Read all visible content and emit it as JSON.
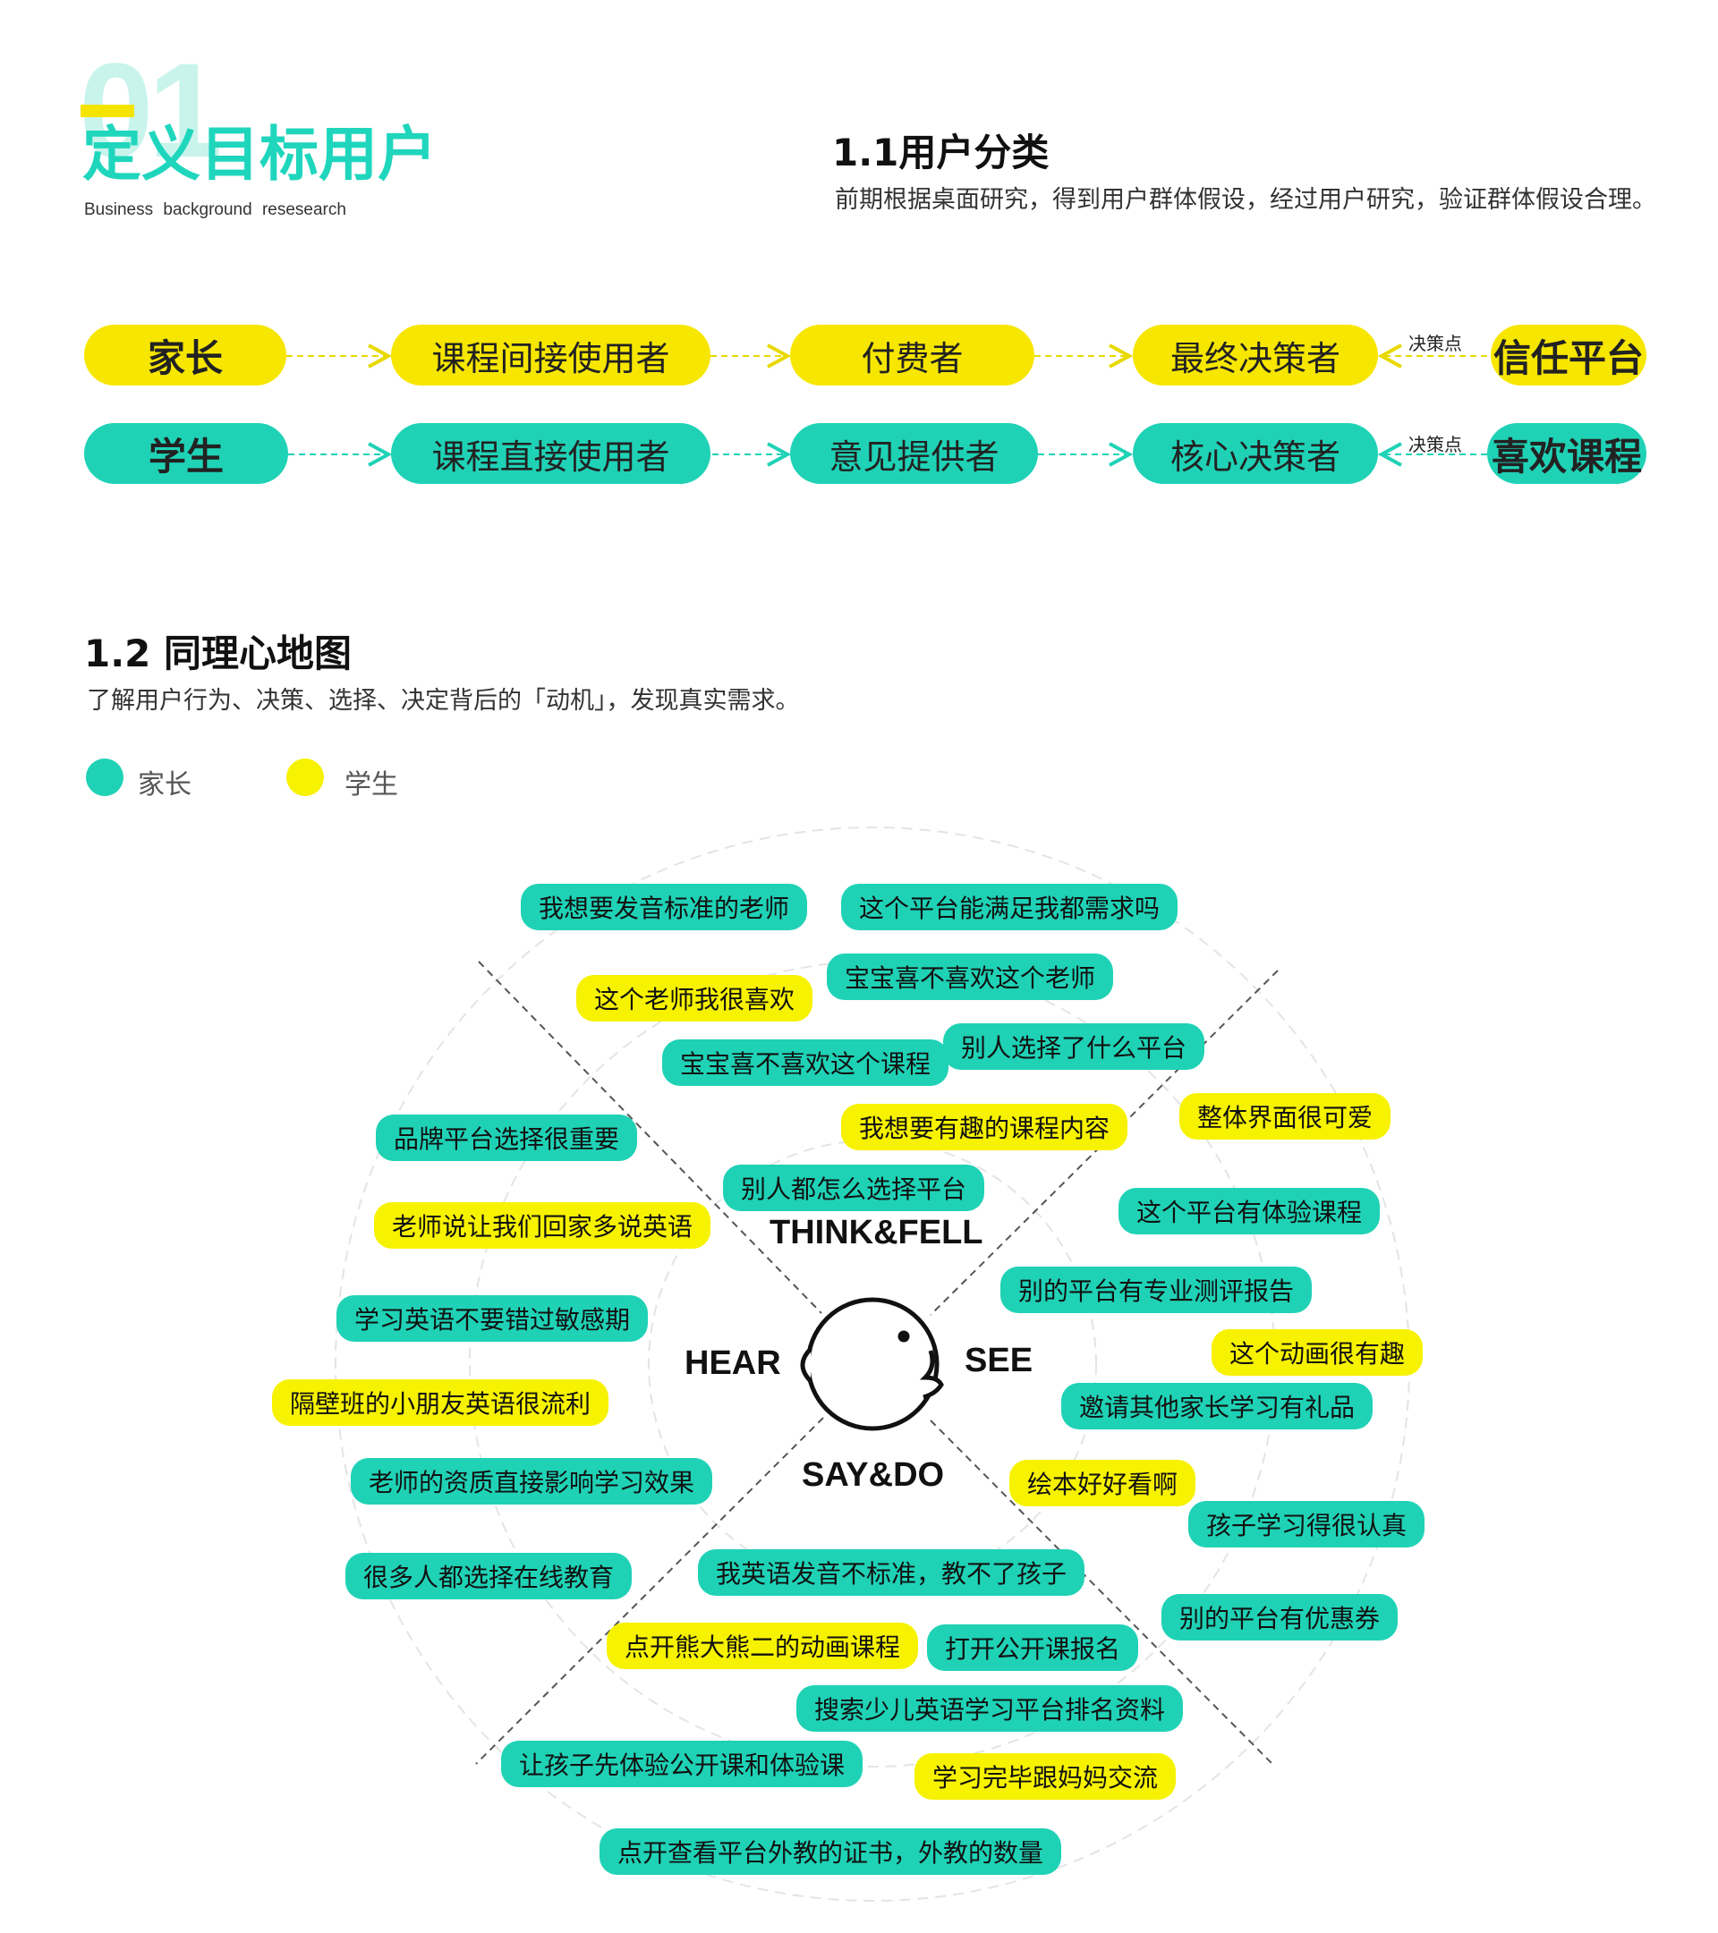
{
  "header": {
    "number": "01",
    "title": "定义目标用户",
    "subtitle": "Business background resesearch"
  },
  "section1": {
    "heading": "1.1用户分类",
    "desc": "前期根据桌面研究，得到用户群体假设，经过用户研究，验证群体假设合理。",
    "row1": {
      "role": "家长",
      "a": "课程间接使用者",
      "b": "付费者",
      "c": "最终决策者",
      "point": "决策点",
      "d": "信任平台"
    },
    "row2": {
      "role": "学生",
      "a": "课程直接使用者",
      "b": "意见提供者",
      "c": "核心决策者",
      "point": "决策点",
      "d": "喜欢课程"
    }
  },
  "section2": {
    "heading": "1.2 同理心地图",
    "desc": "了解用户行为、决策、选择、决定背后的「动机」，发现真实需求。",
    "legend": [
      {
        "label": "家长",
        "color": "#1fd2b6"
      },
      {
        "label": "学生",
        "color": "#f7f200"
      }
    ],
    "quadrants": {
      "think": "THINK&FELL",
      "hear": "HEAR",
      "see": "SEE",
      "say": "SAY&DO"
    },
    "tags": [
      "我想要发音标准的老师",
      "这个平台能满足我都需求吗",
      "宝宝喜不喜欢这个老师",
      "这个老师我很喜欢",
      "别人选择了什么平台",
      "宝宝喜不喜欢这个课程",
      "整体界面很可爱",
      "我想要有趣的课程内容",
      "品牌平台选择很重要",
      "别人都怎么选择平台",
      "这个平台有体验课程",
      "老师说让我们回家多说英语",
      "别的平台有专业测评报告",
      "学习英语不要错过敏感期",
      "这个动画很有趣",
      "隔壁班的小朋友英语很流利",
      "邀请其他家长学习有礼品",
      "老师的资质直接影响学习效果",
      "绘本好好看啊",
      "孩子学习得很认真",
      "很多人都选择在线教育",
      "我英语发音不标准，教不了孩子",
      "别的平台有优惠券",
      "点开熊大熊二的动画课程",
      "打开公开课报名",
      "搜索少儿英语学习平台排名资料",
      "让孩子先体验公开课和体验课",
      "学习完毕跟妈妈交流",
      "点开查看平台外教的证书，外教的数量"
    ]
  }
}
